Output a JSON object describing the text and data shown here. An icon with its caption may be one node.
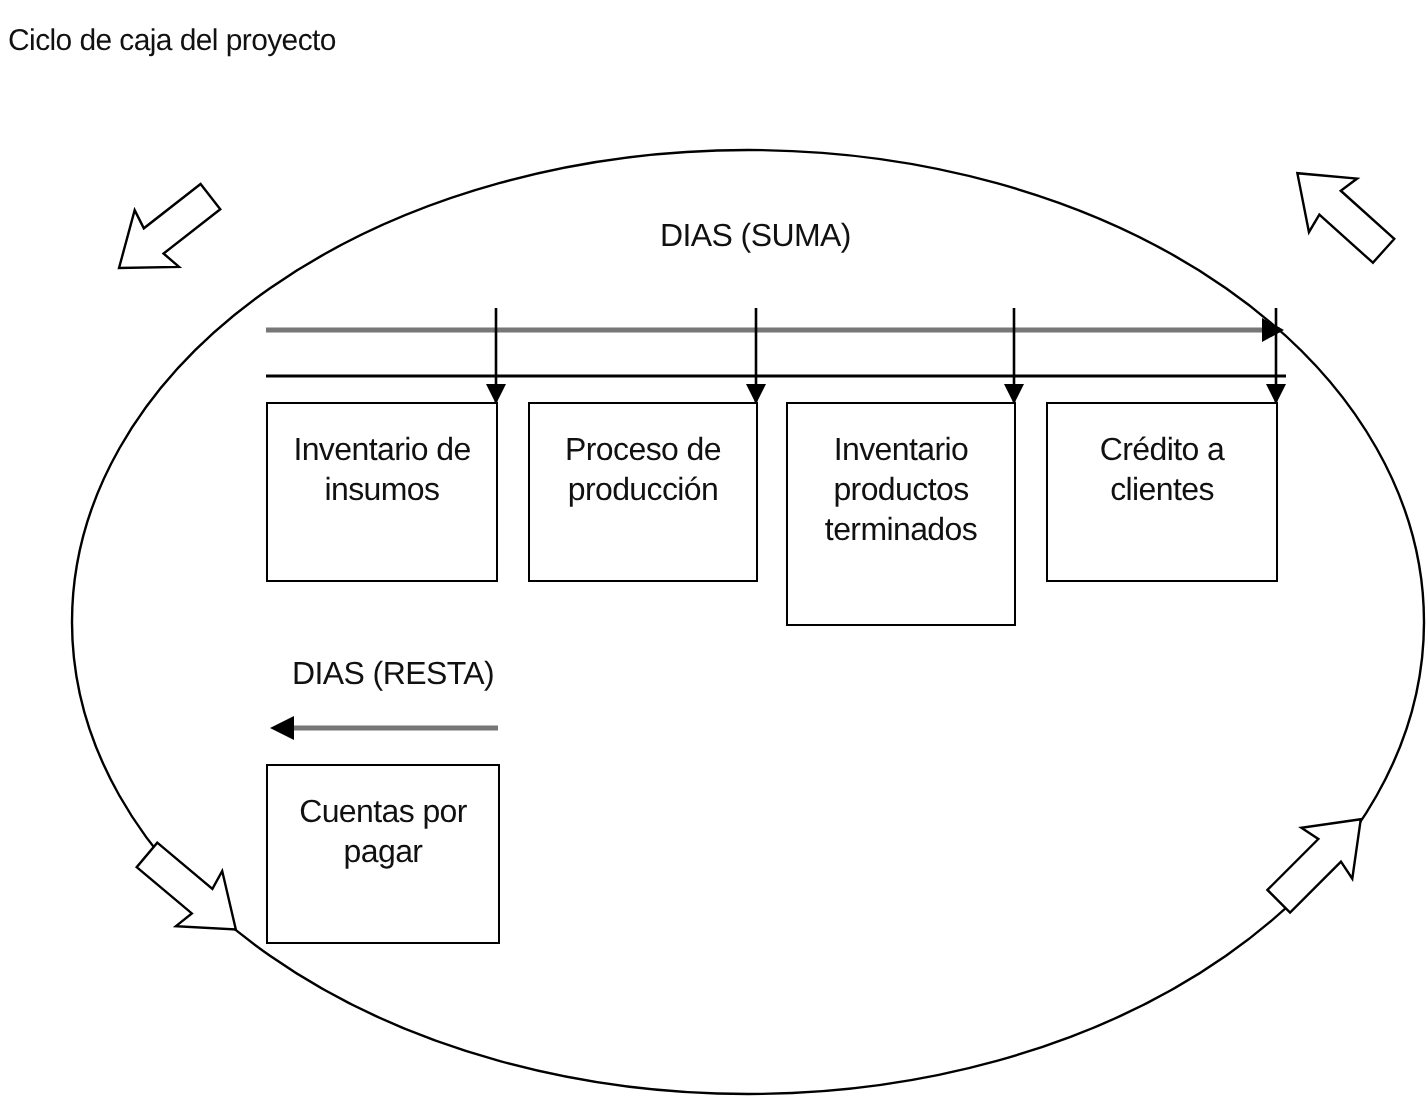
{
  "diagram": {
    "title": "Ciclo de caja del proyecto",
    "nodes": [
      {
        "text": [
          "Inventario de insumos"
        ]
      },
      {
        "text": [
          "Proceso de producción"
        ]
      },
      {
        "text": [
          "Inventario productos terminados"
        ]
      },
      {
        "text": [
          "Crédito a clientes"
        ]
      },
      {
        "text": [
          "Cuentas por pagar"
        ]
      }
    ],
    "edges": [
      {
        "from": null,
        "to": 0,
        "arrow": "to"
      },
      {
        "from": null,
        "to": 1,
        "arrow": "to"
      },
      {
        "from": null,
        "to": 2,
        "arrow": "to"
      },
      {
        "from": null,
        "to": 3,
        "arrow": "to"
      }
    ],
    "labels": [
      "DIAS (SUMA)",
      "DIAS (RESTA)"
    ]
  }
}
